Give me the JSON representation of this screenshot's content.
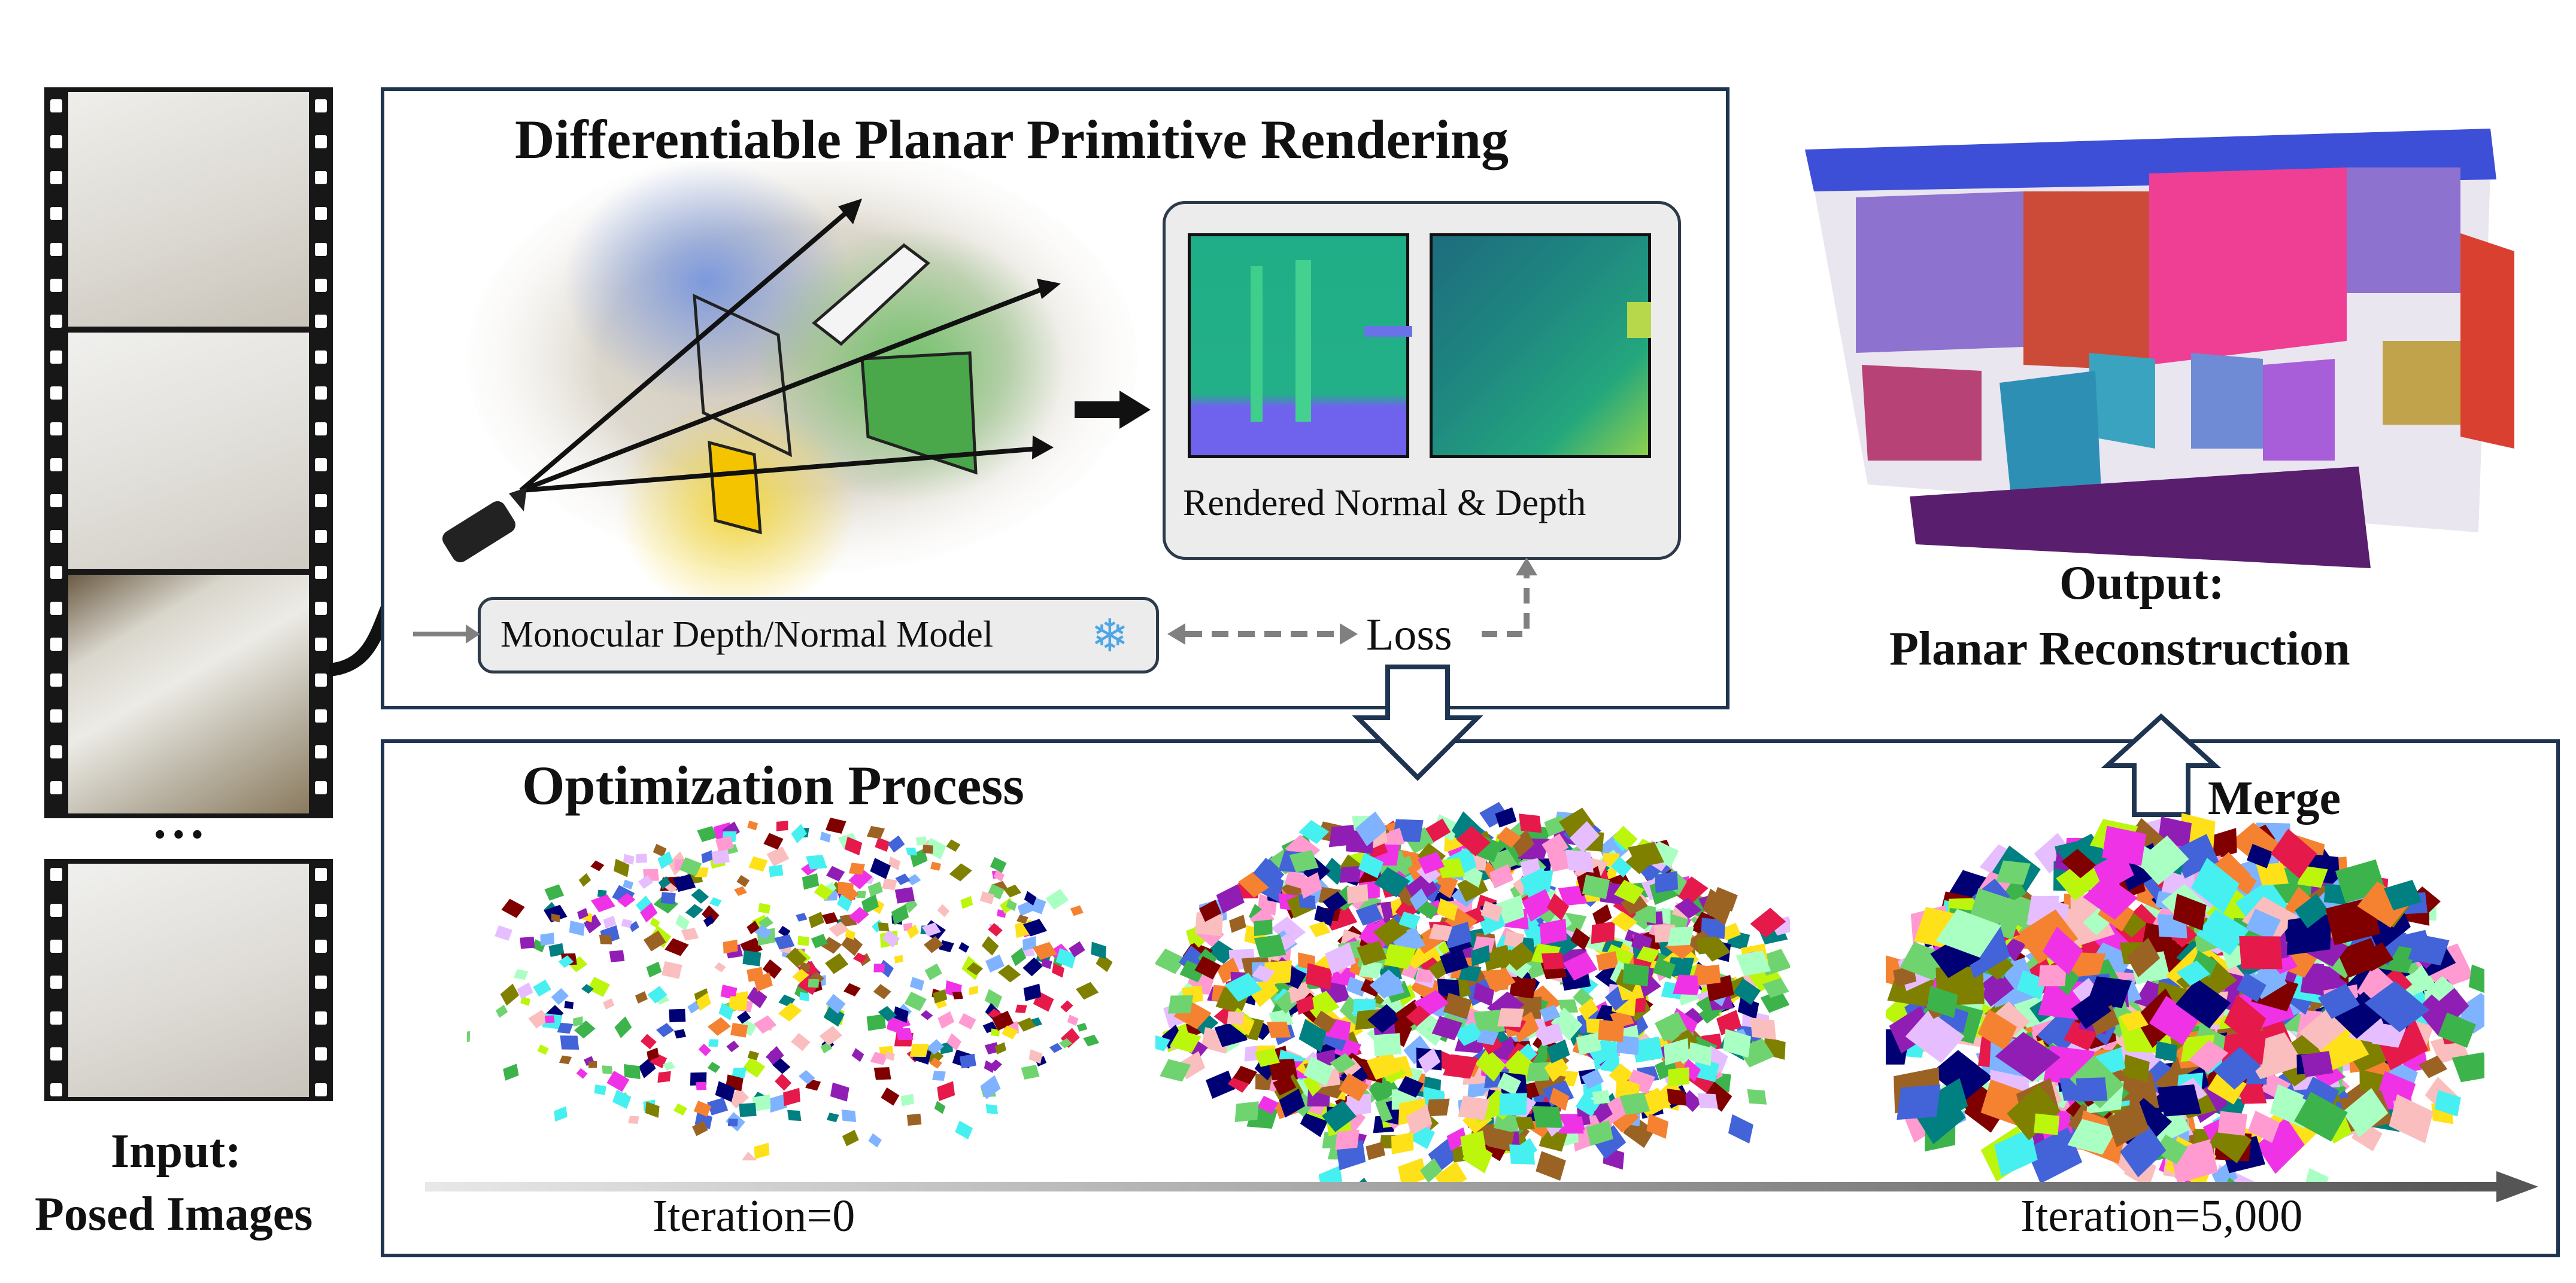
{
  "input": {
    "ellipsis": "• • •",
    "caption_line1": "Input:",
    "caption_line2": "Posed Images"
  },
  "render_panel": {
    "title": "Differentiable Planar Primitive Rendering",
    "rendered_caption": "Rendered Normal & Depth",
    "model_label": "Monocular Depth/Normal Model",
    "snow_glyph": "❄",
    "loss_label": "Loss"
  },
  "output": {
    "caption_line1": "Output:",
    "caption_line2": "Planar Reconstruction",
    "merge_label": "Merge"
  },
  "optimization": {
    "title": "Optimization Process",
    "start_label": "Iteration=0",
    "end_label": "Iteration=5,000"
  },
  "colors": {
    "panel_border": "#1e3450",
    "dashed_arrow": "#808080",
    "plane_yellow": "#f5c400",
    "plane_green": "#3fae3f",
    "normal_purple": "#6f63ee",
    "normal_green": "#1fae87",
    "depth_teal": "#1d6c7e"
  }
}
